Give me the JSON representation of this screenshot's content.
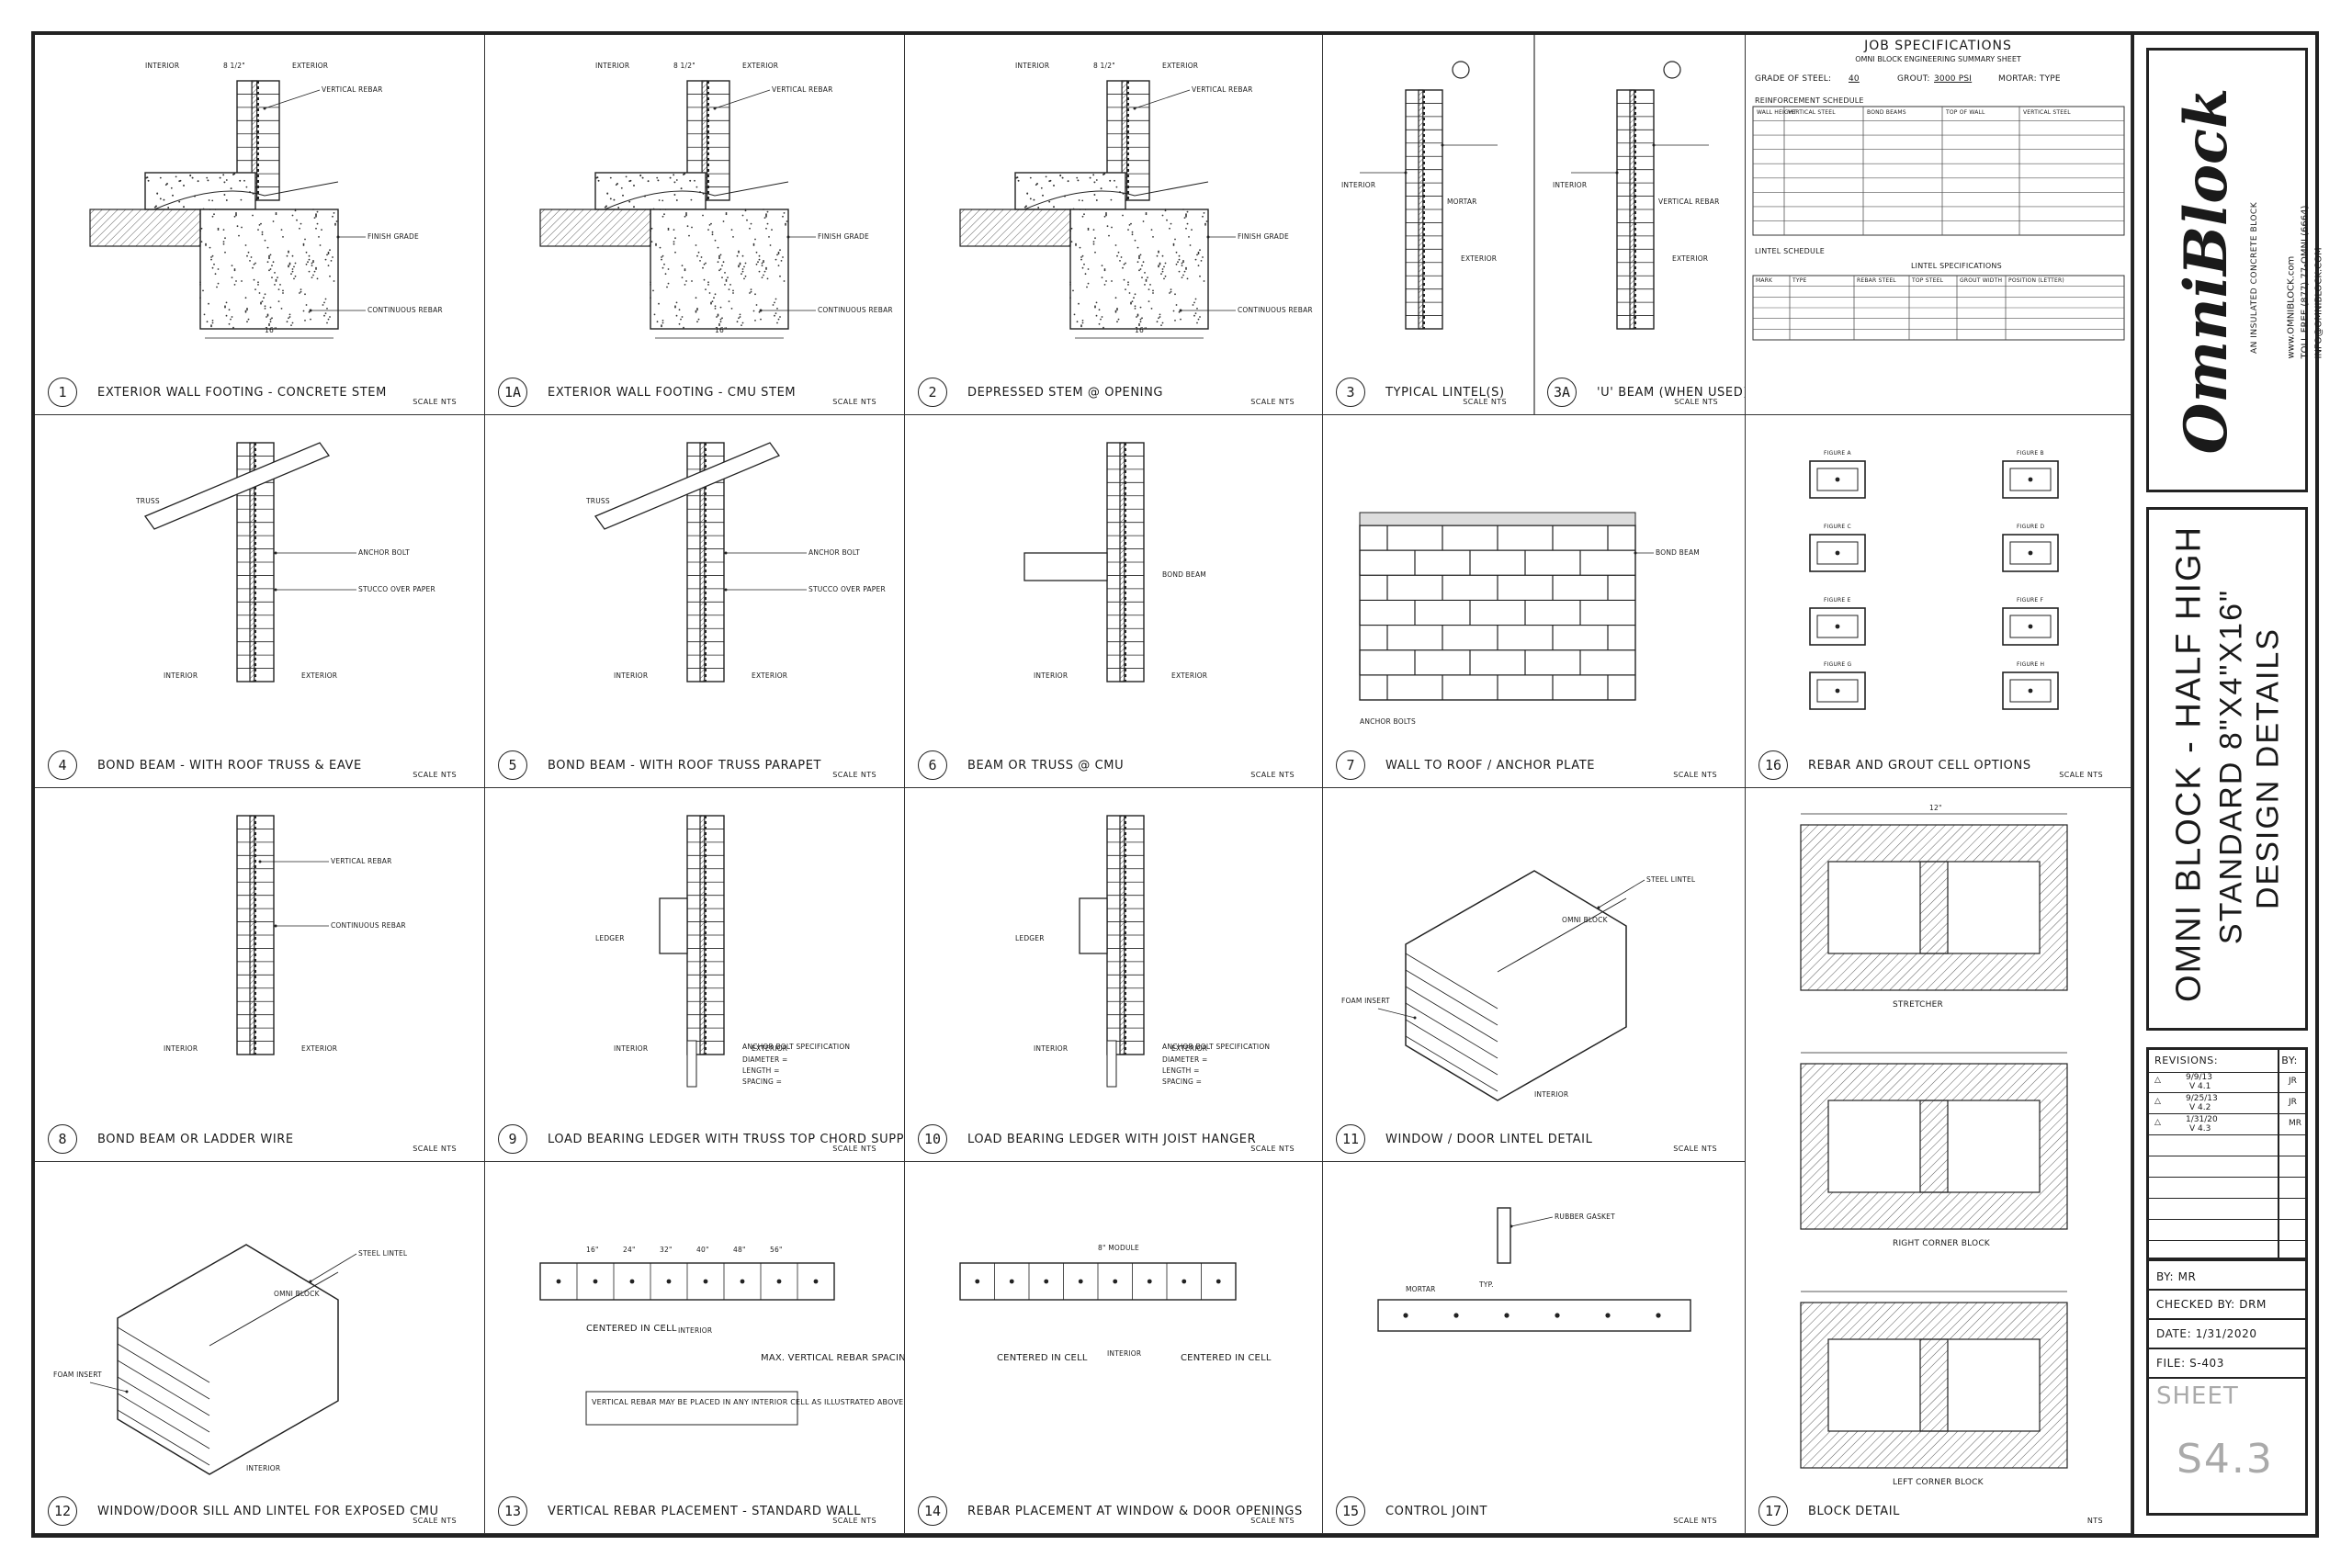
{
  "title_block": {
    "logo_word": "OmniBlock",
    "tagline": "An Insulated Concrete Block",
    "contact": [
      "www.OMNIBLOCK.com",
      "TOLL FREE (877) 77-OMNI (6664)",
      "INFO@OMNIBLOCK.COM"
    ],
    "product": "Omni Block - Half High",
    "size": "Standard 8\"x4\"x16\"",
    "heading": "Design Details",
    "revisions_label": "Revisions:",
    "by_label": "By:",
    "revisions": [
      {
        "date": "9/9/13",
        "ver": "V 4.1",
        "by": "JR"
      },
      {
        "date": "9/25/13",
        "ver": "V 4.2",
        "by": "JR"
      },
      {
        "date": "1/31/20",
        "ver": "V 4.3",
        "by": "MR"
      }
    ],
    "drawn_by": "By: MR",
    "checked_by": "Checked By: DRM",
    "date": "Date: 1/31/2020",
    "file": "File: S-403",
    "sheet_label": "Sheet",
    "sheet_no": "S4.3"
  },
  "job_specs": {
    "title": "Job Specifications",
    "subtitle": "Omni Block Engineering Summary Sheet",
    "grade_label": "Grade of Steel:",
    "grade_value": "40",
    "grout_label": "Grout:",
    "grout_value": "3000 PSI",
    "mortar_label": "Mortar: Type",
    "reinforcement_label": "Reinforcement Schedule",
    "reinf_headers": [
      "Wall Height",
      "Vertical Steel",
      "Bond Beams",
      "Top of Wall",
      "Vertical Steel"
    ],
    "lintel_label": "Lintel Schedule",
    "lintel_spec_label": "Lintel Specifications",
    "lintel_headers": [
      "Mark",
      "Type",
      "Rebar Steel",
      "Top Steel",
      "Grout Width",
      "Position (Letter)"
    ]
  },
  "details": [
    {
      "num": "1",
      "title": "Exterior Wall Footing - Concrete Stem",
      "scale": "SCALE NTS"
    },
    {
      "num": "1A",
      "title": "Exterior Wall Footing - CMU Stem",
      "scale": "SCALE NTS"
    },
    {
      "num": "2",
      "title": "Depressed Stem @ Opening",
      "scale": "SCALE NTS"
    },
    {
      "num": "3",
      "title": "Typical Lintel(s)",
      "scale": "SCALE NTS"
    },
    {
      "num": "3A",
      "title": "'U' Beam (When Used)",
      "scale": "SCALE NTS"
    },
    {
      "num": "4",
      "title": "Bond Beam - With Roof Truss & Eave",
      "scale": "SCALE NTS"
    },
    {
      "num": "5",
      "title": "Bond Beam - With Roof Truss Parapet",
      "scale": "SCALE NTS"
    },
    {
      "num": "6",
      "title": "Beam or Truss @ CMU",
      "scale": "SCALE NTS"
    },
    {
      "num": "7",
      "title": "Wall to Roof / Anchor Plate",
      "scale": "SCALE NTS"
    },
    {
      "num": "16",
      "title": "Rebar and Grout Cell Options",
      "scale": "SCALE NTS"
    },
    {
      "num": "8",
      "title": "Bond Beam or Ladder Wire",
      "scale": "SCALE NTS"
    },
    {
      "num": "9",
      "title": "Load Bearing Ledger with Truss Top Chord Support",
      "scale": "SCALE NTS"
    },
    {
      "num": "10",
      "title": "Load Bearing Ledger with Joist Hanger",
      "scale": "SCALE NTS"
    },
    {
      "num": "11",
      "title": "Window / Door Lintel Detail",
      "scale": "SCALE NTS"
    },
    {
      "num": "12",
      "title": "Window/Door Sill and Lintel for Exposed CMU",
      "scale": "SCALE NTS"
    },
    {
      "num": "13",
      "title": "Vertical Rebar Placement - Standard Wall",
      "scale": "SCALE NTS"
    },
    {
      "num": "14",
      "title": "Rebar Placement at Window & Door Openings",
      "scale": "SCALE NTS"
    },
    {
      "num": "15",
      "title": "Control Joint",
      "scale": "SCALE NTS"
    },
    {
      "num": "17",
      "title": "Block Detail",
      "scale": "NTS"
    }
  ],
  "labels": {
    "interior": "Interior",
    "exterior": "Exterior",
    "stretcher": "Stretcher",
    "right_corner": "Right Corner Block",
    "left_corner": "Left Corner Block",
    "centered_in_cell": "Centered in Cell",
    "max_vertical": "Max. Vertical Rebar Spacing",
    "vertical_note": "Vertical rebar may be placed in any interior cell as illustrated above",
    "rubber_gasket": "Rubber Gasket",
    "mortar": "Mortar",
    "figures": [
      "Figure A",
      "Figure B",
      "Figure C",
      "Figure D",
      "Figure E",
      "Figure F",
      "Figure G",
      "Figure H"
    ],
    "dim_8half": "8 1/2\"",
    "dim_16": "16\"",
    "dim_12": "12\"",
    "finish_grade": "Finish Grade",
    "continuous_rebar": "Continuous Rebar",
    "vertical_rebar": "Vertical Rebar",
    "bond_beam": "Bond Beam",
    "anchor_bolt": "Anchor Bolt",
    "anchor_bolts": "Anchor Bolts",
    "foam_insert": "Foam Insert",
    "omni_block": "Omni Block",
    "spacing": [
      "16\"",
      "24\"",
      "32\"",
      "40\"",
      "48\"",
      "56\""
    ],
    "module": "8\" Module",
    "typ": "Typ.",
    "lintel_steel": "Steel Lintel",
    "ledger": "Ledger",
    "truss": "Truss",
    "stucco": "Stucco over Paper",
    "anchor_spec": "Anchor Bolt Specification",
    "diameter": "Diameter =",
    "length": "Length =",
    "spacing_lbl": "Spacing ="
  }
}
